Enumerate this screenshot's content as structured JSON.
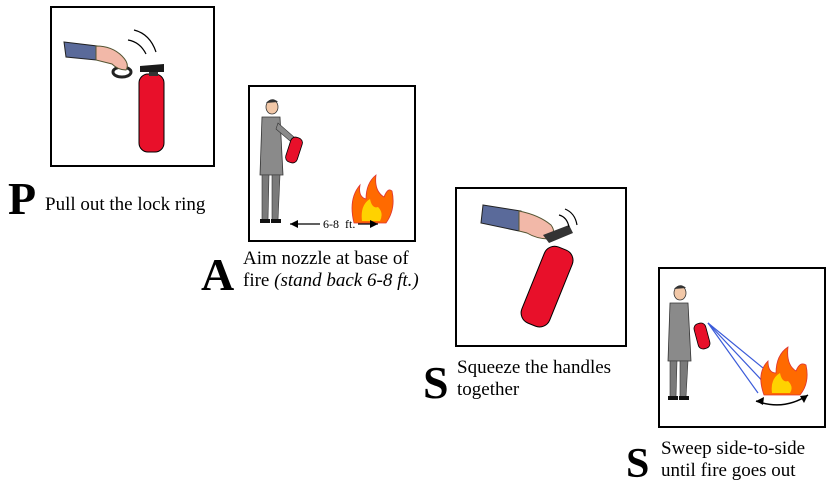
{
  "steps": [
    {
      "letter": "P",
      "caption": "Pull out the lock ring"
    },
    {
      "letter": "A",
      "caption_line1": "Aim nozzle at base of",
      "caption_line2_plain": "fire",
      "caption_line2_italic": "(stand back 6-8 ft.)",
      "distance_label": "6-8  ft."
    },
    {
      "letter": "S",
      "caption_line1": "Squeeze the handles",
      "caption_line2": "together"
    },
    {
      "letter": "S",
      "caption_line1": "Sweep side-to-side",
      "caption_line2": "until fire goes out"
    }
  ],
  "colors": {
    "extinguisher": "#e8102a",
    "suit": "#8a8a8a",
    "sleeve": "#5a6a9a",
    "hand": "#f2b8a8",
    "spray": "#3b5bd9",
    "flame_outer": "#ff6a00",
    "flame_inner": "#ffd200"
  }
}
